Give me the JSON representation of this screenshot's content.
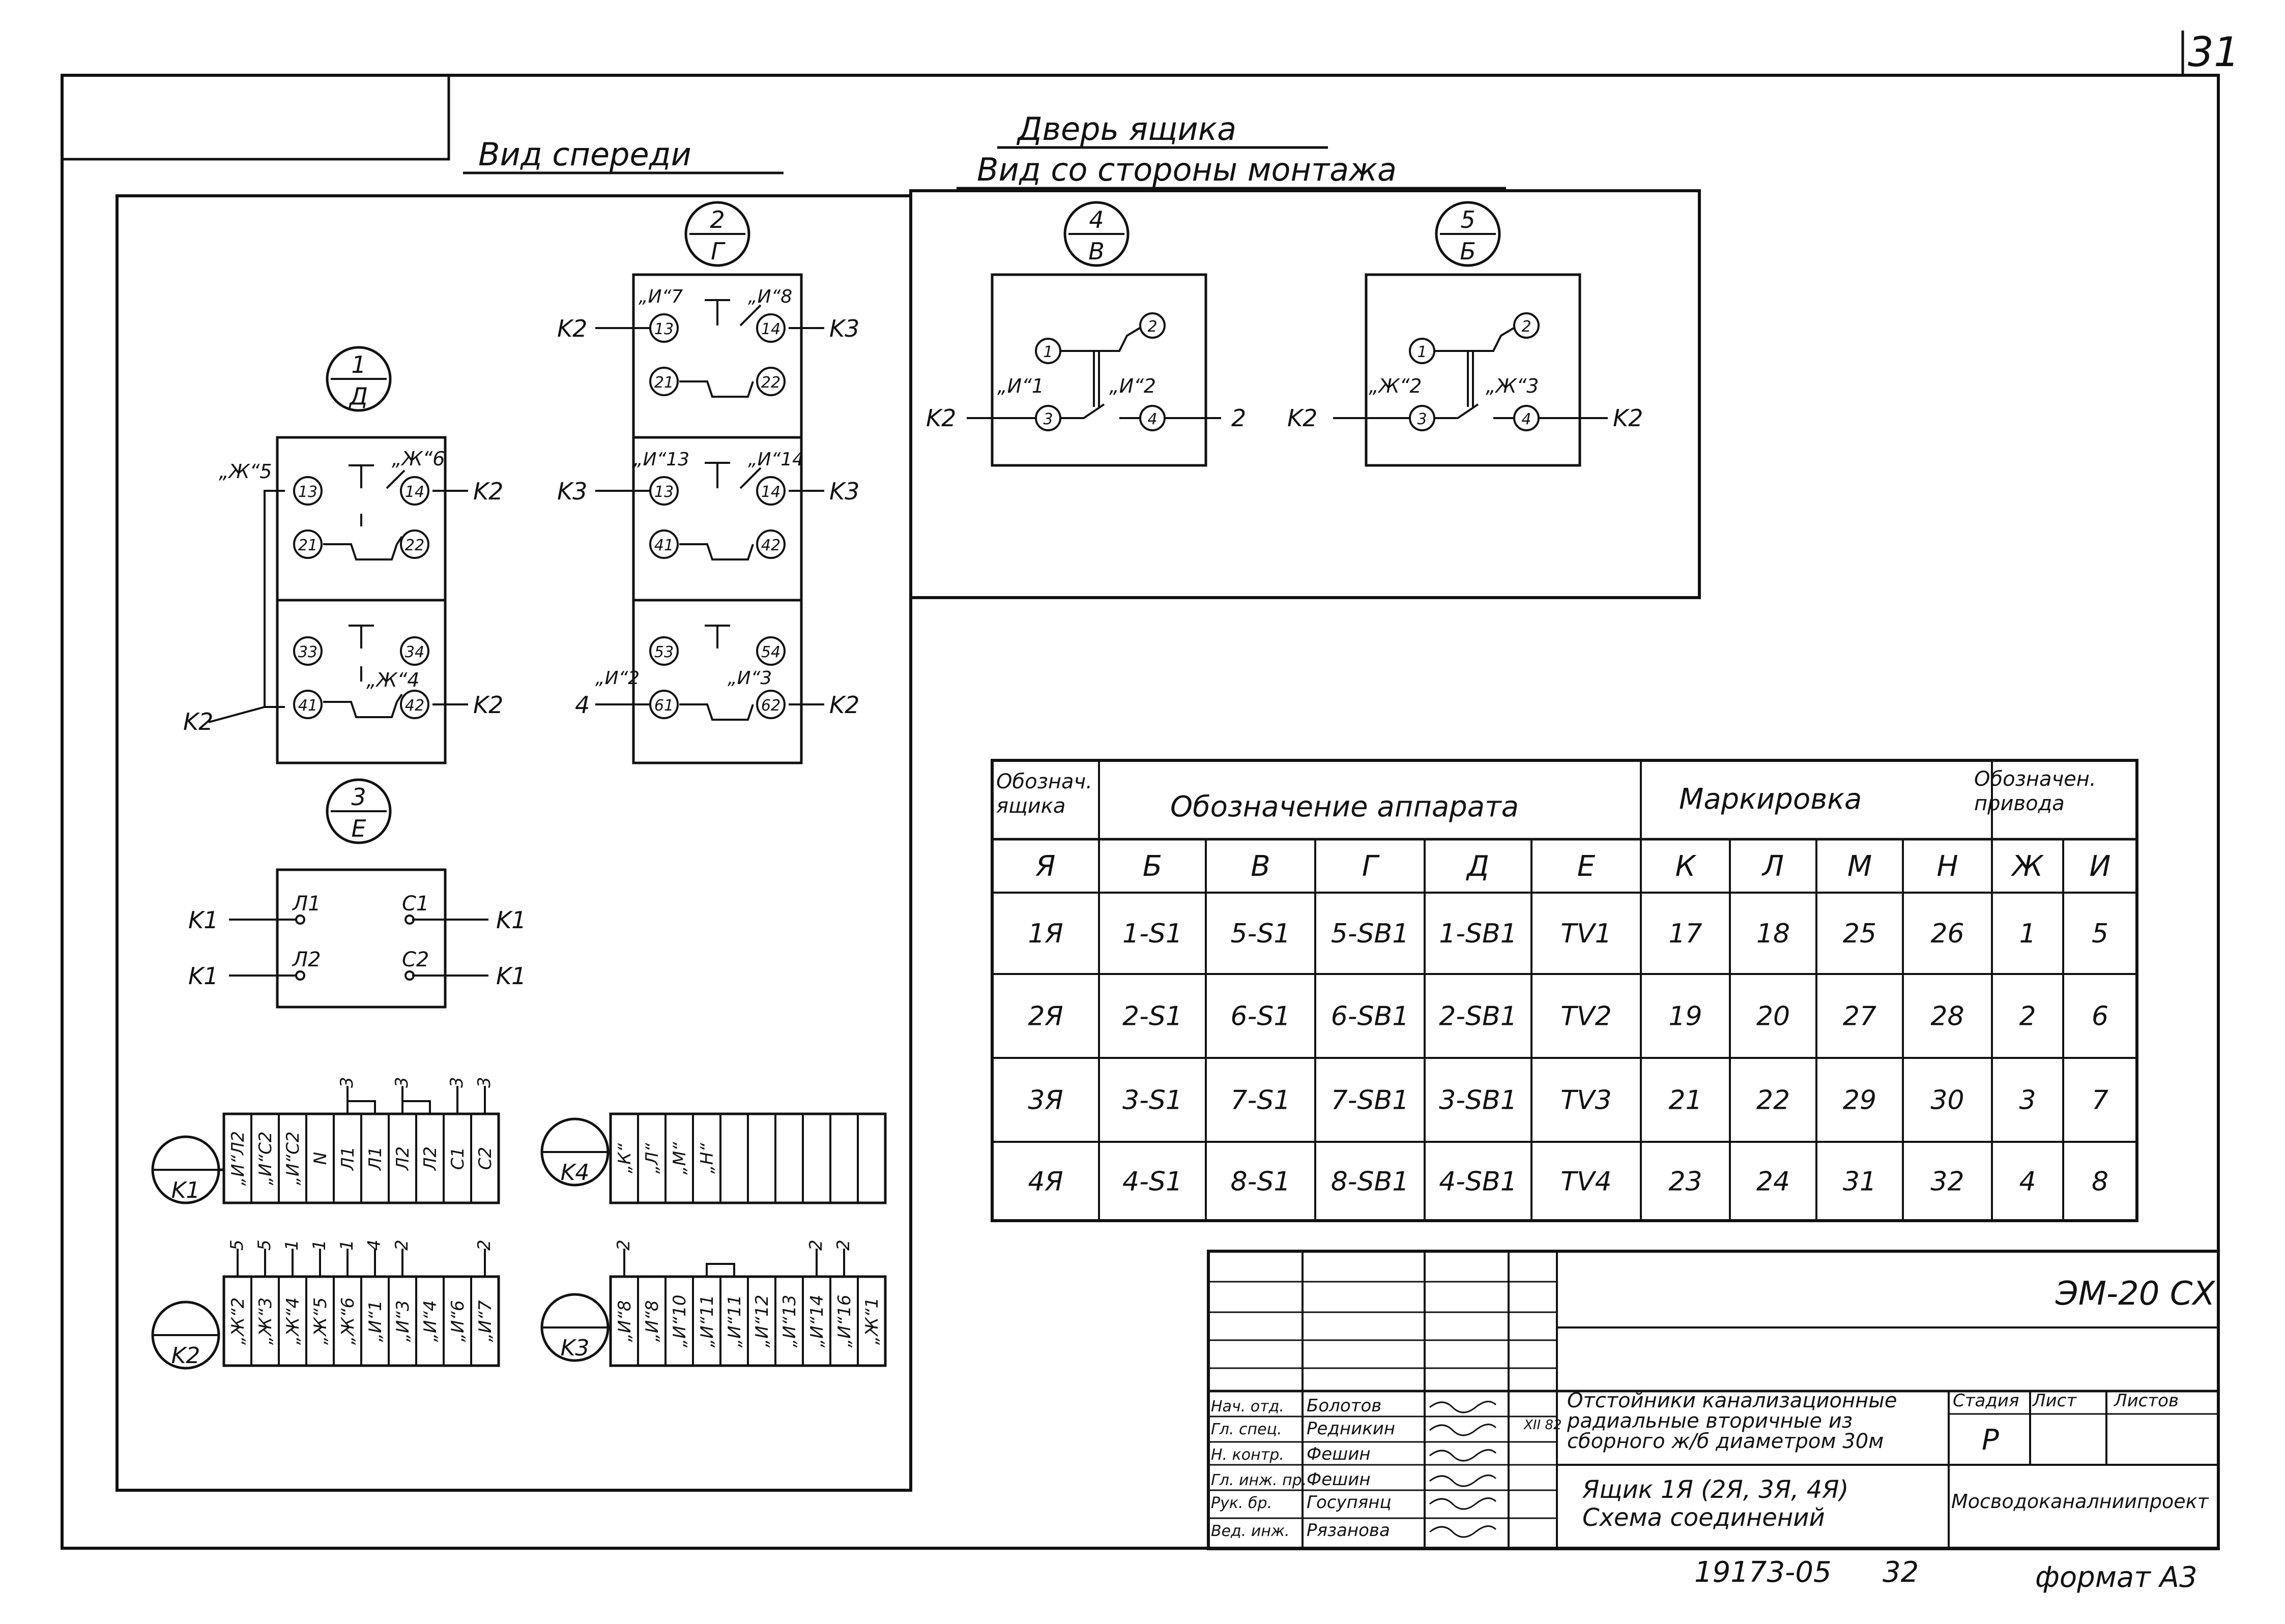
{
  "page_number": "31",
  "headings": {
    "front_view": "Вид спереди",
    "door": "Дверь ящика",
    "mount_view": "Вид со стороны монтажа"
  },
  "circle_labels": [
    {
      "top": "1",
      "bottom": "Д"
    },
    {
      "top": "2",
      "bottom": "Г"
    },
    {
      "top": "3",
      "bottom": "Е"
    },
    {
      "top": "4",
      "bottom": "В"
    },
    {
      "top": "5",
      "bottom": "Б"
    }
  ],
  "switch_1": {
    "wire_left": "K2",
    "wire_right_top": "K2",
    "wire_right_bottom": "K2",
    "tags": [
      "„Ж“5",
      "„Ж“6",
      "„Ж“4"
    ],
    "terminals": [
      "13",
      "14",
      "21",
      "22",
      "33",
      "34",
      "41",
      "42"
    ]
  },
  "switch_2": {
    "wires": [
      "K2",
      "K3",
      "K3",
      "K3",
      "4",
      "K2"
    ],
    "tags": [
      "„И“7",
      "„И“8",
      "„И“13",
      "„И“14",
      "„И“2",
      "„И“3"
    ],
    "terminals": [
      "13",
      "14",
      "21",
      "22",
      "13",
      "14",
      "41",
      "42",
      "53",
      "54",
      "61",
      "62"
    ]
  },
  "transformer": {
    "left_wires": [
      "K1",
      "K1"
    ],
    "right_wires": [
      "K1",
      "K1"
    ],
    "terminals": [
      "Л1",
      "Л2",
      "С1",
      "С2"
    ]
  },
  "door_4": {
    "wire_left": "K2",
    "wire_right": "2",
    "tags": [
      "„И“1",
      "„И“2"
    ],
    "terminals": [
      "1",
      "2",
      "3",
      "4"
    ]
  },
  "door_5": {
    "wire_left": "K2",
    "wire_right": "K2",
    "tags": [
      "„Ж“2",
      "„Ж“3"
    ],
    "terminals": [
      "1",
      "2",
      "3",
      "4"
    ]
  },
  "strips": {
    "K1": {
      "name": "K1",
      "cells": [
        "„И“Л2",
        "„И“С2",
        "„И“С2",
        "N",
        "Л1",
        "Л1",
        "Л2",
        "Л2",
        "С1",
        "С2"
      ],
      "marks": [
        "3",
        "3",
        "3",
        "3"
      ]
    },
    "K4": {
      "name": "K4",
      "cells": [
        "„К“",
        "„Л“",
        "„М“",
        "„Н“",
        "",
        "",
        "",
        "",
        "",
        ""
      ]
    },
    "K2": {
      "name": "K2",
      "cells": [
        "„Ж“2",
        "„Ж“3",
        "„Ж“4",
        "„Ж“5",
        "„Ж“6",
        "„И“1",
        "„И“3",
        "„И“4",
        "„И“6",
        "„И“7"
      ],
      "marks": [
        "5",
        "5",
        "1",
        "1",
        "1",
        "4",
        "2",
        "2"
      ]
    },
    "K3": {
      "name": "K3",
      "cells": [
        "„И“8",
        "„И“8",
        "„И“10",
        "„И“11",
        "„И“11",
        "„И“12",
        "„И“13",
        "„И“14",
        "„И“16",
        "„Ж“1"
      ],
      "marks": [
        "2",
        "2",
        "2"
      ]
    }
  },
  "table": {
    "header_box": "Обознач. ящика",
    "header_apparatus": "Обозначение аппарата",
    "header_marking": "Маркировка",
    "header_drive": "Обозначен. привода",
    "columns": [
      "Я",
      "Б",
      "В",
      "Г",
      "Д",
      "Е",
      "К",
      "Л",
      "М",
      "Н",
      "Ж",
      "И"
    ],
    "rows": [
      [
        "1Я",
        "1-S1",
        "5-S1",
        "5-SB1",
        "1-SB1",
        "TV1",
        "17",
        "18",
        "25",
        "26",
        "1",
        "5"
      ],
      [
        "2Я",
        "2-S1",
        "6-S1",
        "6-SB1",
        "2-SB1",
        "TV2",
        "19",
        "20",
        "27",
        "28",
        "2",
        "6"
      ],
      [
        "3Я",
        "3-S1",
        "7-S1",
        "7-SB1",
        "3-SB1",
        "TV3",
        "21",
        "22",
        "29",
        "30",
        "3",
        "7"
      ],
      [
        "4Я",
        "4-S1",
        "8-S1",
        "8-SB1",
        "4-SB1",
        "TV4",
        "23",
        "24",
        "31",
        "32",
        "4",
        "8"
      ]
    ]
  },
  "title_block": {
    "code": "ЭМ-20 СХ",
    "roles": [
      "Нач. отд.",
      "Гл. спец.",
      "Н. контр.",
      "Гл. инж. пр.",
      "Рук. бр.",
      "Вед. инж."
    ],
    "names": [
      "Болотов",
      "Редникин",
      "Фешин",
      "Фешин",
      "Госупянц",
      "Рязанова"
    ],
    "date_mark": "XII 82",
    "description": [
      "Отстойники канализационные",
      "радиальные вторичные из",
      "сборного ж/б диаметром 30м"
    ],
    "drawing_title": [
      "Ящик 1Я (2Я, 3Я, 4Я)",
      "Схема соединений"
    ],
    "stage_label": "Стадия",
    "sheet_label": "Лист",
    "sheets_label": "Листов",
    "stage_value": "Р",
    "organization": "Мосводоканалниипроект",
    "footer_number": "19173-05",
    "footer_sheet": "32",
    "format": "формат А3"
  }
}
